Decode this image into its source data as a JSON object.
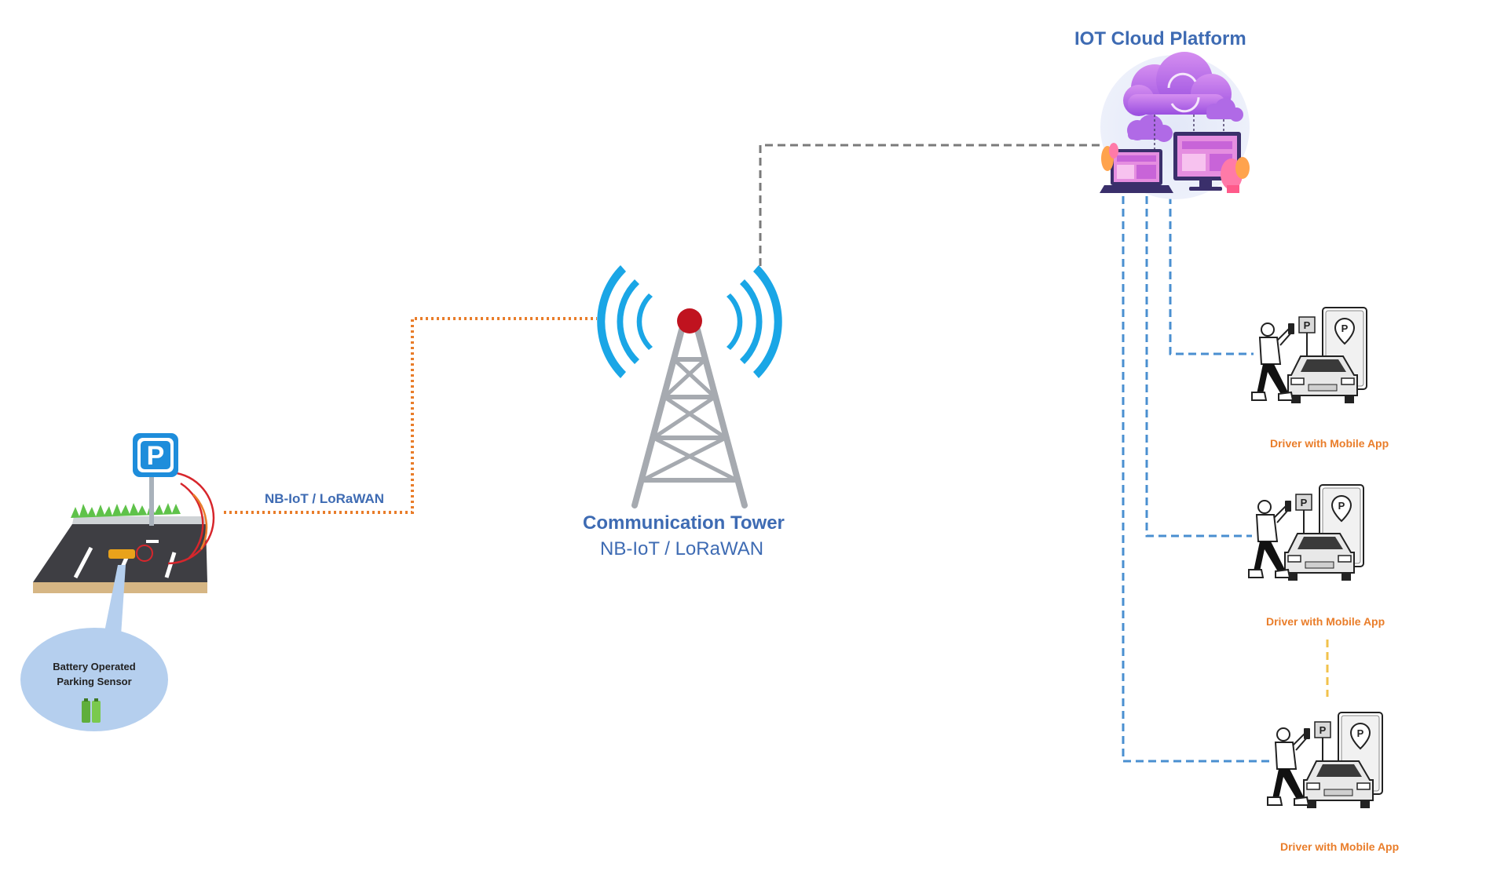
{
  "cloud": {
    "title": "IOT Cloud Platform"
  },
  "tower": {
    "title": "Communication Tower",
    "subtitle": "NB-IoT / LoRaWAN"
  },
  "link": {
    "label": "NB-IoT / LoRaWAN"
  },
  "sensor": {
    "label_line1": "Battery Operated",
    "label_line2": "Parking Sensor",
    "sign_letter": "P"
  },
  "drivers": [
    {
      "label": "Driver with Mobile App"
    },
    {
      "label": "Driver with Mobile App"
    },
    {
      "label": "Driver with Mobile App"
    }
  ],
  "colors": {
    "tower_waves": "#1aa6e6",
    "tower_beacon": "#c0131f",
    "tower_frame": "#a6aab0",
    "radio_link": "#e97d2a",
    "backhaul_link": "#7a7a7a",
    "app_links": "#4a8fd0",
    "ellipsis": "#f2c24b",
    "title_blue": "#3e6bb3",
    "driver_orange": "#e97d2a"
  }
}
